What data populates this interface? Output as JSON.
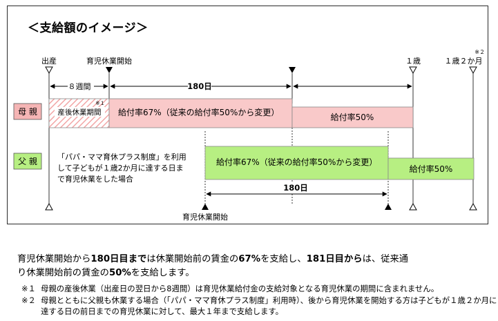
{
  "title": "＜支給額のイメージ＞",
  "timeline": {
    "birth": "出産",
    "leave_start": "育児休業開始",
    "one_year": "１歳",
    "one_year_two_months": "１歳２か月",
    "note_mark_2": "※２",
    "eight_weeks": "８週間",
    "days_180": "180日"
  },
  "mother": {
    "label": "母 親",
    "maternity_note_mark": "※１",
    "maternity_period": "産後休業期間",
    "rate_67": "給付率67%（従来の給付率50%から変更）",
    "rate_50": "給付率50%"
  },
  "father": {
    "label": "父 親",
    "plus_note": [
      "「パパ・ママ育休プラス制度」を利用",
      "して子どもが１歳2か月に達する日ま",
      "で育児休業をした場合"
    ],
    "rate_67": "給付率67%（従来の給付率50%から変更）",
    "rate_50": "給付率50%",
    "days_180": "180日",
    "leave_start": "育児休業開始"
  },
  "caption": {
    "p1": "育児休業開始から",
    "b1": "180日目まで",
    "p2": "は休業開始前の賃金の",
    "b2": "67%",
    "p3": "を支給し、",
    "b3": "181日目から",
    "p4": "は、従来通",
    "p5": "り休業開始前の賃金の",
    "b4": "50%",
    "p6": "を支給します。"
  },
  "notes": [
    {
      "mark": "※１",
      "text": "母親の産後休業（出産日の翌日から8週間）は育児休業給付金の支給対象となる育児休業の期間に含まれません。"
    },
    {
      "mark": "※２",
      "text": "母親とともに父親も休業する場合（「パパ・ママ育休プラス制度」利用時）、後から育児休業を開始する方は子どもが１歳２か月に達する日の前日までの育児休業に対して、最大１年まで支給します。"
    }
  ],
  "colors": {
    "mother_bar": "#f9c9c9",
    "mother_label": "#f5b5b5",
    "father_bar": "#b7ef82",
    "father_label": "#b7ef82",
    "hatch": "#f2a5a5"
  }
}
